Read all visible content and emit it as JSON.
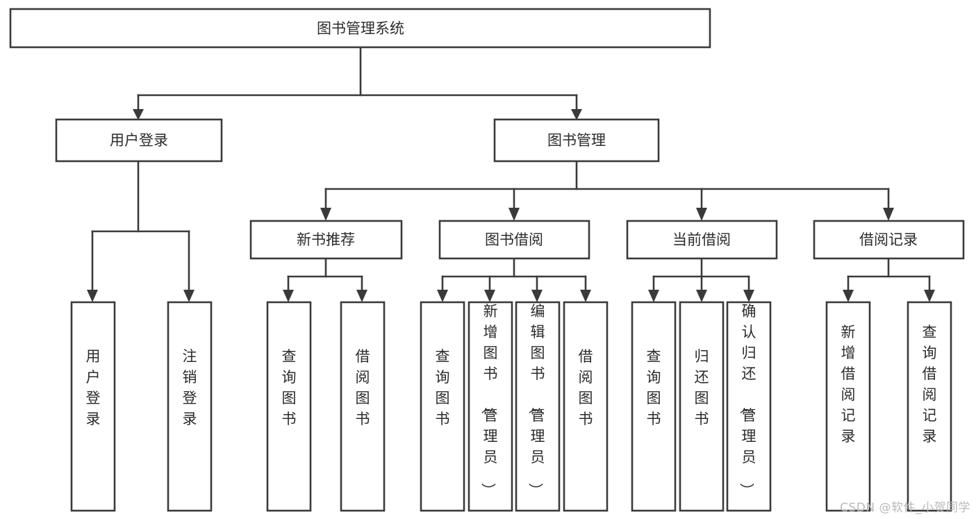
{
  "diagram": {
    "type": "hierarchy-tree",
    "title": "图书管理系统",
    "watermark": "CSDN @软件_小贺同学",
    "root": {
      "id": "root",
      "label": "图书管理系统"
    },
    "level1": [
      {
        "id": "user-login",
        "label": "用户登录"
      },
      {
        "id": "book-manage",
        "label": "图书管理"
      }
    ],
    "level2": [
      {
        "id": "new-book-recommend",
        "label": "新书推荐",
        "parent": "book-manage"
      },
      {
        "id": "book-borrow",
        "label": "图书借阅",
        "parent": "book-manage"
      },
      {
        "id": "current-borrow",
        "label": "当前借阅",
        "parent": "book-manage"
      },
      {
        "id": "borrow-record",
        "label": "借阅记录",
        "parent": "book-manage"
      }
    ],
    "leaves": [
      {
        "id": "leaf-user-login",
        "label": "用户登录",
        "parent": "user-login"
      },
      {
        "id": "leaf-logout-login",
        "label": "注销登录",
        "parent": "user-login"
      },
      {
        "id": "leaf-query-book-1",
        "label": "查询图书",
        "parent": "new-book-recommend"
      },
      {
        "id": "leaf-borrow-book-1",
        "label": "借阅图书",
        "parent": "new-book-recommend"
      },
      {
        "id": "leaf-query-book-2",
        "label": "查询图书",
        "parent": "book-borrow"
      },
      {
        "id": "leaf-add-book",
        "label": "新增图书（管理员）",
        "parent": "book-borrow"
      },
      {
        "id": "leaf-edit-book",
        "label": "编辑图书（管理员）",
        "parent": "book-borrow"
      },
      {
        "id": "leaf-borrow-book-2",
        "label": "借阅图书",
        "parent": "book-borrow"
      },
      {
        "id": "leaf-query-book-3",
        "label": "查询图书",
        "parent": "current-borrow"
      },
      {
        "id": "leaf-return-book",
        "label": "归还图书",
        "parent": "current-borrow"
      },
      {
        "id": "leaf-confirm-return",
        "label": "确认归还（管理员）",
        "parent": "current-borrow"
      },
      {
        "id": "leaf-add-record",
        "label": "新增借阅记录",
        "parent": "borrow-record"
      },
      {
        "id": "leaf-query-record",
        "label": "查询借阅记录",
        "parent": "borrow-record"
      }
    ],
    "colors": {
      "stroke": "#3a3a3a",
      "fill": "#ffffff",
      "text": "#2b2b2b",
      "watermark": "#b9b9b9"
    }
  }
}
